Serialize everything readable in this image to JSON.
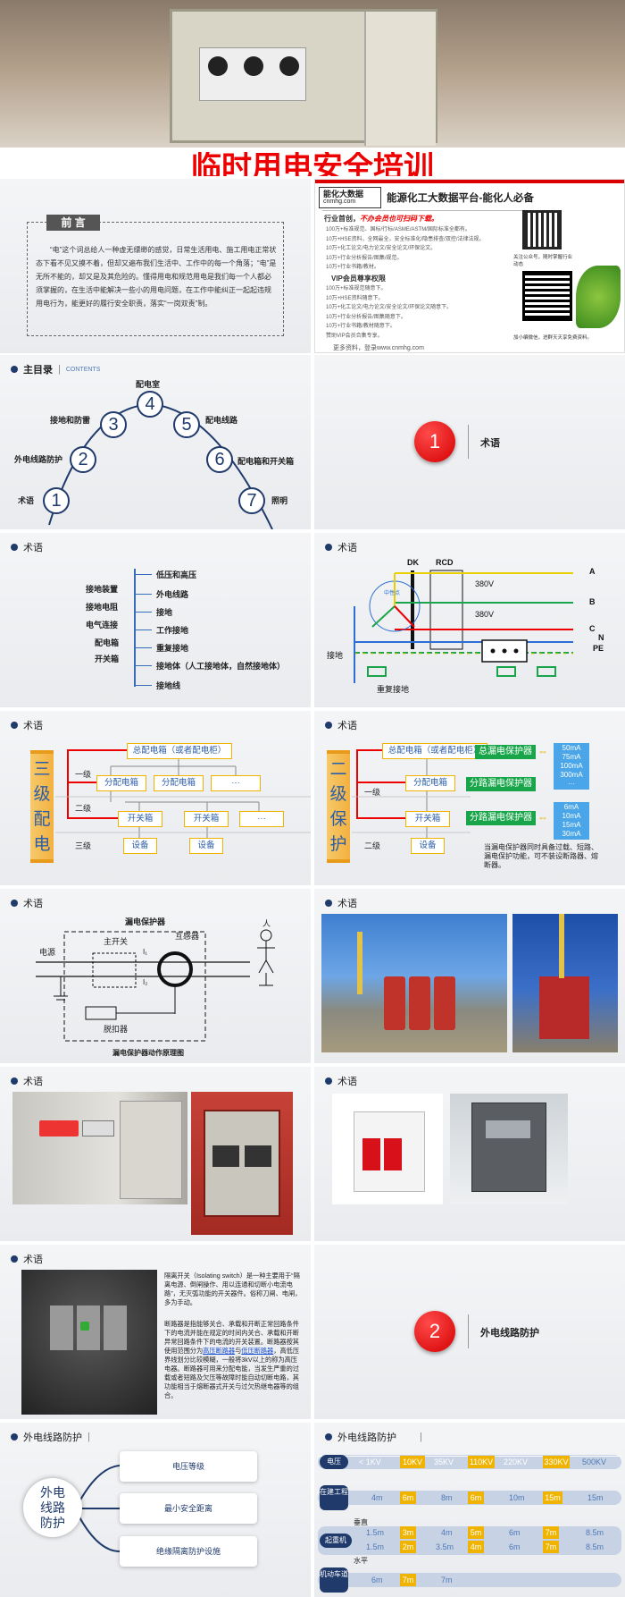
{
  "cover": {
    "title": "临时用电安全培训"
  },
  "intro": {
    "heading": "前 言",
    "body": "“电”这个词总给人一种虚无缥缈的感觉，日常生活用电、施工用电正常状态下看不见又摸不着，但却又遍布我们生活中、工作中的每一个角落；“电”是无所不能的，却又是及其危险的。懂得用电和规范用电是我们每一个人都必须掌握的，在生活中能解决一些小的用电问题，在工作中能纠正一起起违规用电行为，能更好的履行安全职责，落实“一岗双责”制。"
  },
  "ad": {
    "logo_main": "能化大数据",
    "logo_sub": "cnmhg.com",
    "title": "能源化工大数据平台-能化人必备",
    "sec1": "行业首创，",
    "sec1_red": "不办会员也可扫码下载。",
    "lines1": [
      "100万+标准规范、国标/行标/ASME/ASTM/国际标准全都有。",
      "10万+HSE资料，全网最全，安全标准化/隐患排查/双控/法律法规。",
      "10万+化工论文/电力论文/安全论文/环保论文。",
      "10万+行业分析报告/图集/规范。",
      "10万+行业书籍/教材。"
    ],
    "sec2": "VIP会员尊享权限",
    "lines2": [
      "100万+标准规范随意下。",
      "10万+HSE资料随意下。",
      "10万+化工论文/电力论文/安全论文/环保论文随意下。",
      "10万+行业分析报告/图集随意下。",
      "10万+行业书籍/教材随意下。",
      "赞助VIP会员合集专享。"
    ],
    "foot": "更多资料，登录www.cnmhg.com",
    "qr1": "关注公众号，随时掌握行业动态",
    "qr2": "加小编微信，进群天天享免费资料。"
  },
  "toc": {
    "header": "主目录",
    "header_en": "CONTENTS",
    "items": [
      {
        "n": "1",
        "label": "术语"
      },
      {
        "n": "2",
        "label": "外电线路防护"
      },
      {
        "n": "3",
        "label": "接地和防雷"
      },
      {
        "n": "4",
        "label": "配电室"
      },
      {
        "n": "5",
        "label": "配电线路"
      },
      {
        "n": "6",
        "label": "配电箱和开关箱"
      },
      {
        "n": "7",
        "label": "照明"
      }
    ]
  },
  "sec1": {
    "n": "1",
    "label": "术语"
  },
  "terms": {
    "header": "术语",
    "left": [
      "接地装置",
      "接地电阻",
      "电气连接",
      "配电箱",
      "开关箱"
    ],
    "right": [
      "低压和高压",
      "外电线路",
      "接地",
      "工作接地",
      "重复接地",
      "接地体（人工接地体，自然接地体）",
      "接地线"
    ]
  },
  "circuit": {
    "header": "术语",
    "labels": {
      "dk": "DK",
      "rcd": "RCD",
      "neutral": "中性点",
      "v1": "380V",
      "v2": "380V",
      "a": "A",
      "b": "B",
      "c": "C",
      "n": "N",
      "pe": "PE",
      "ground": "接地",
      "rground": "重复接地"
    }
  },
  "three": {
    "header": "术语",
    "side": [
      "三",
      "级",
      "配",
      "电"
    ],
    "main": "总配电箱（或者配电柜）",
    "l1": "一级",
    "l2": "二级",
    "l3": "三级",
    "sub": [
      "分配电箱",
      "分配电箱",
      "···"
    ],
    "sw": [
      "开关箱",
      "开关箱",
      "···"
    ],
    "dev": [
      "设备",
      "设备"
    ]
  },
  "two": {
    "header": "术语",
    "side": [
      "二",
      "级",
      "保",
      "护"
    ],
    "main": "总配电箱（或者配电柜）",
    "l1": "一级",
    "l2": "二级",
    "sub": "分配电箱",
    "sw": "开关箱",
    "dev": "设备",
    "tags": [
      "总漏电保护器",
      "分路漏电保护器",
      "分路漏电保护器"
    ],
    "vals1": [
      "50mA",
      "75mA",
      "100mA",
      "300mA",
      "···"
    ],
    "vals2": [
      "6mA",
      "10mA",
      "15mA",
      "30mA"
    ],
    "note": "当漏电保护器同时具备过载、短路、漏电保护功能，可不装设断路器、熔断器。"
  },
  "rcd": {
    "header": "术语",
    "labels": {
      "title": "漏电保护器",
      "main": "主开关",
      "ct": "互感器",
      "src": "电源",
      "i1": "I₁",
      "i2": "I₂",
      "person": "人",
      "trip": "脱扣器"
    },
    "caption": "漏电保护器动作原理图"
  },
  "photos1": {
    "header": "术语"
  },
  "photos2": {
    "header": "术语"
  },
  "photos3": {
    "header": "术语"
  },
  "isolate": {
    "header": "术语",
    "p1": "隔离开关（Isolating switch）是一种主要用于“隔离电源、倒闸操作、用以连通和切断小电流电路”，无灭弧功能的开关器件。俗称刀闸、电闸，多为手动。",
    "p2a": "断路器是指能够关合、承载和开断正常回路条件下的电流并能在规定的时间内关合、承载和开断异常回路条件下的电流的开关装置。断路器按其使用范围分为",
    "link1": "高压断路器",
    "p2b": "与",
    "link2": "低压断路器",
    "p2c": "，高低压界线划分比较模糊，一般将3kV以上的称为高压电器。断路器可用来分配电能，当发生严重的过载或者短路及欠压等故障时能自动切断电路，其功能相当于熔断器式开关与过欠热继电器等的组合。"
  },
  "sec2": {
    "n": "2",
    "label": "外电线路防护"
  },
  "ext": {
    "header": "外电线路防护",
    "center": [
      "外电",
      "线路",
      "防护"
    ],
    "items": [
      "电压等级",
      "最小安全距离",
      "绝缘隔离防护设施"
    ]
  },
  "dist": {
    "header": "外电线路防护",
    "rows": [
      {
        "label": "电压",
        "vals": [
          "< 1KV",
          "10KV",
          "35KV",
          "110KV",
          "220KV",
          "330KV",
          "500KV"
        ]
      },
      {
        "label": "在建工程",
        "vals": [
          "4m",
          "6m",
          "8m",
          "10m",
          "15m"
        ]
      },
      {
        "label": "起重机",
        "sub1": "垂直",
        "vals1": [
          "1.5m",
          "3m",
          "4m",
          "5m",
          "6m",
          "7m",
          "8.5m"
        ],
        "sub2": "水平",
        "vals2": [
          "1.5m",
          "2m",
          "3.5m",
          "4m",
          "6m",
          "7m",
          "8.5m"
        ]
      },
      {
        "label": "机动车道",
        "vals": [
          "6m",
          "7m",
          "7m"
        ]
      }
    ]
  }
}
